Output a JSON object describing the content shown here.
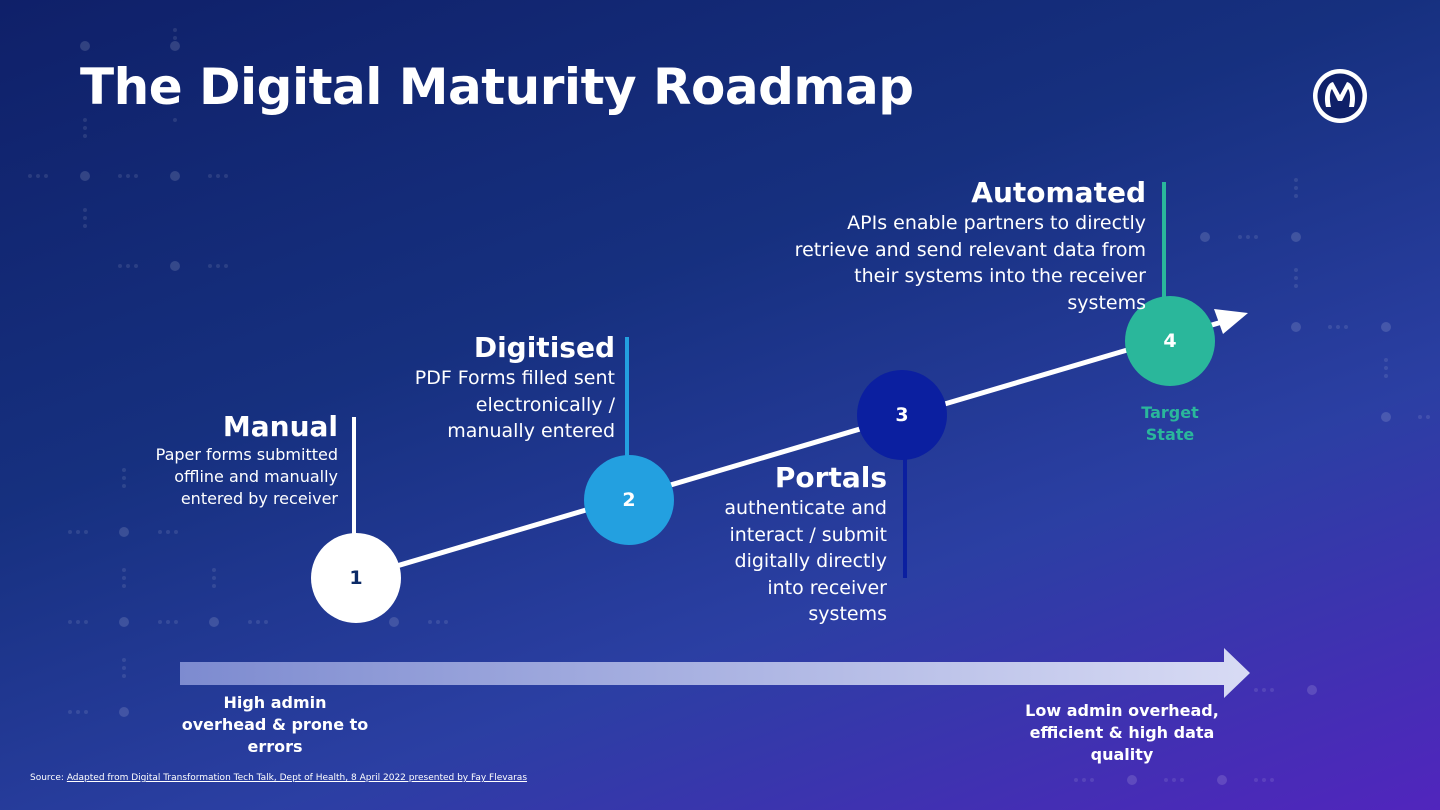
{
  "title": "The Digital Maturity Roadmap",
  "logo": {
    "icon": "mulesoft-m-logo"
  },
  "stages": [
    {
      "number": "1",
      "title": "Manual",
      "description": "Paper forms submitted offline and manually entered by receiver",
      "color": "#ffffff",
      "number_color": "#0b2a66"
    },
    {
      "number": "2",
      "title": "Digitised",
      "description": "PDF Forms filled sent electronically / manually entered",
      "color": "#23a0e0",
      "number_color": "#ffffff"
    },
    {
      "number": "3",
      "title": "Portals",
      "description": "authenticate and interact / submit digitally directly into receiver systems",
      "color": "#0b1fa0",
      "number_color": "#ffffff"
    },
    {
      "number": "4",
      "title": "Automated",
      "description": "APIs enable partners to directly retrieve and send relevant data from their systems into the receiver systems",
      "color": "#2ab79b",
      "number_color": "#ffffff"
    }
  ],
  "target_state_label": "Target State",
  "scale": {
    "left_label": "High admin overhead & prone to errors",
    "right_label": "Low admin overhead, efficient & high data quality"
  },
  "source": {
    "prefix": "Source: ",
    "link_text": "Adapted from Digital Transformation Tech Talk, Dept of Health, 8 April 2022 presented by Fay Flevaras"
  },
  "colors": {
    "background_start": "#0f2069",
    "background_end": "#5125bd",
    "accent_teal": "#2ab79b",
    "accent_blue": "#23a0e0",
    "accent_navy": "#0b1fa0"
  }
}
